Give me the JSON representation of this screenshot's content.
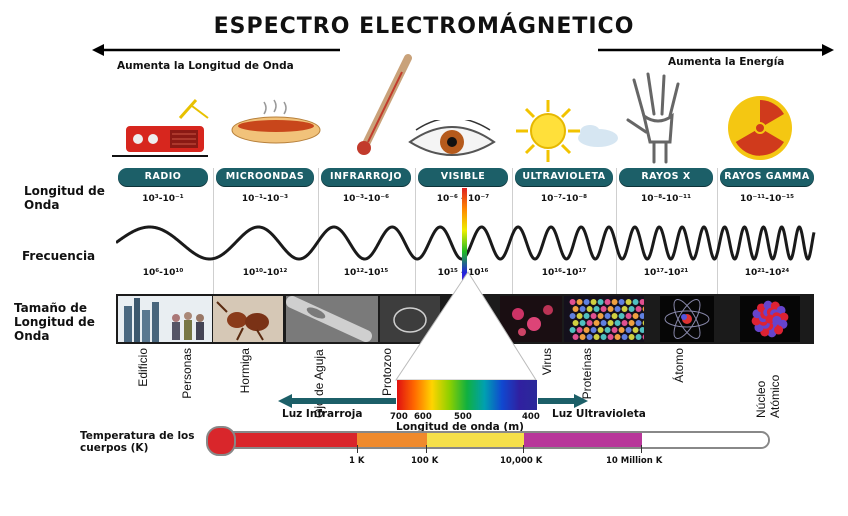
{
  "title": "ESPECTRO ELECTROMÁGNETICO",
  "arrows": {
    "left_label": "Aumenta la Longitud de Onda",
    "right_label": "Aumenta la Energía"
  },
  "row_labels": {
    "wavelength": "Longitud de Onda",
    "frequency": "Frecuencia",
    "size": "Tamaño de Longitud de Onda"
  },
  "bands": [
    {
      "name": "RADIO",
      "wavelength": "10³-10⁻¹",
      "frequency": "10⁶-10¹⁰",
      "icon": "radio-icon"
    },
    {
      "name": "MICROONDAS",
      "wavelength": "10⁻¹-10⁻³",
      "frequency": "10¹⁰-10¹²",
      "icon": "hotdog-icon"
    },
    {
      "name": "INFRARROJO",
      "wavelength": "10⁻³-10⁻⁶",
      "frequency": "10¹²-10¹⁵",
      "icon": "thermometer-icon"
    },
    {
      "name": "VISIBLE",
      "wavelength": "10⁻⁶ - 10⁻⁷",
      "frequency": "10¹⁵ - 10¹⁶",
      "icon": "eye-icon"
    },
    {
      "name": "ULTRAVIOLETA",
      "wavelength": "10⁻⁷-10⁻⁸",
      "frequency": "10¹⁶-10¹⁷",
      "icon": "sun-icon"
    },
    {
      "name": "RAYOS X",
      "wavelength": "10⁻⁸-10⁻¹¹",
      "frequency": "10¹⁷-10²¹",
      "icon": "xray-hand-icon"
    },
    {
      "name": "RAYOS GAMMA",
      "wavelength": "10⁻¹¹-10⁻¹⁵",
      "frequency": "10²¹-10²⁴",
      "icon": "radiation-icon"
    }
  ],
  "size_examples": [
    "Edificio",
    "Personas",
    "Hormiga",
    "Ojo de Aguja",
    "Protozoo",
    "Virus",
    "Proteínas",
    "Átomo",
    "Núcleo Atómico"
  ],
  "visible_spectrum": {
    "ticks": [
      "700",
      "600",
      "500",
      "400"
    ],
    "axis_label": "Longitud de onda (m)",
    "left_label": "Luz Infrarroja",
    "right_label": "Luz Ultravioleta"
  },
  "temperature": {
    "label": "Temperatura de los cuerpos (K)",
    "ticks": [
      "1 K",
      "100 K",
      "10,000 K",
      "10 Million K"
    ],
    "colors": [
      "#d9262b",
      "#f08a2c",
      "#f5e04a",
      "#b8379a",
      "#ffffff"
    ]
  }
}
